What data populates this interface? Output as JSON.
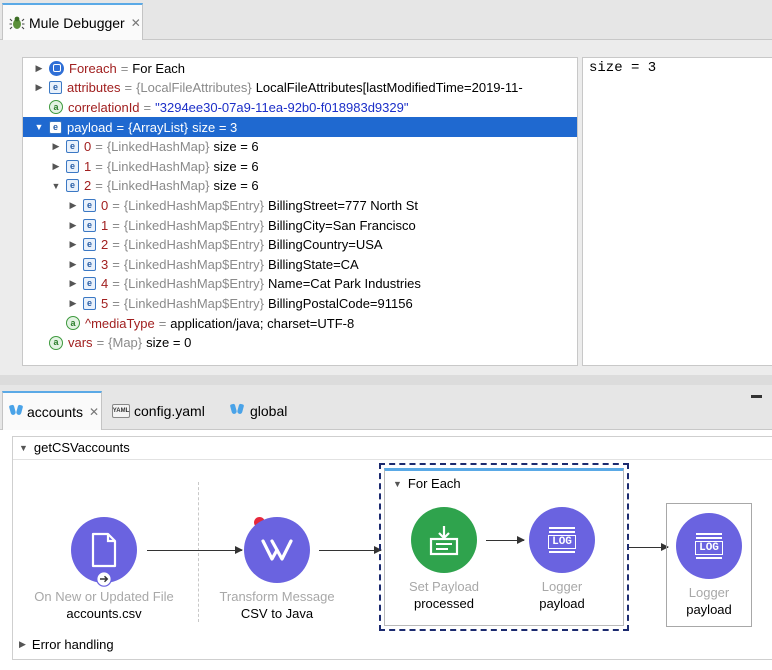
{
  "debugger": {
    "tab_title": "Mule Debugger",
    "tree": [
      {
        "name": "Foreach",
        "type": "",
        "value": "For Each",
        "icon": "foreach-icon"
      },
      {
        "name": "attributes",
        "type": "{LocalFileAttributes}",
        "value": "LocalFileAttributes[lastModifiedTime=2019-11-",
        "icon": "element-icon"
      },
      {
        "name": "correlationId",
        "type": "",
        "value": "\"3294ee30-07a9-11ea-92b0-f018983d9329\"",
        "icon": "attribute-icon"
      },
      {
        "name": "payload",
        "type": "{ArrayList}",
        "value": "size = 3",
        "icon": "element-icon"
      },
      {
        "name": "0",
        "type": "{LinkedHashMap}",
        "value": "size = 6",
        "icon": "element-icon"
      },
      {
        "name": "1",
        "type": "{LinkedHashMap}",
        "value": "size = 6",
        "icon": "element-icon"
      },
      {
        "name": "2",
        "type": "{LinkedHashMap}",
        "value": "size = 6",
        "icon": "element-icon"
      },
      {
        "name": "0",
        "type": "{LinkedHashMap$Entry}",
        "value": "BillingStreet=777 North St",
        "icon": "element-icon"
      },
      {
        "name": "1",
        "type": "{LinkedHashMap$Entry}",
        "value": "BillingCity=San Francisco",
        "icon": "element-icon"
      },
      {
        "name": "2",
        "type": "{LinkedHashMap$Entry}",
        "value": "BillingCountry=USA",
        "icon": "element-icon"
      },
      {
        "name": "3",
        "type": "{LinkedHashMap$Entry}",
        "value": "BillingState=CA",
        "icon": "element-icon"
      },
      {
        "name": "4",
        "type": "{LinkedHashMap$Entry}",
        "value": "Name=Cat Park Industries",
        "icon": "element-icon"
      },
      {
        "name": "5",
        "type": "{LinkedHashMap$Entry}",
        "value": "BillingPostalCode=91156",
        "icon": "element-icon"
      },
      {
        "name": "^mediaType",
        "type": "",
        "value": "application/java; charset=UTF-8",
        "icon": "attribute-icon"
      },
      {
        "name": "vars",
        "type": "{Map}",
        "value": "size = 0",
        "icon": "attribute-icon"
      }
    ],
    "detail": "size = 3"
  },
  "editor": {
    "tabs": [
      {
        "label": "accounts",
        "icon": "mule-icon"
      },
      {
        "label": "config.yaml",
        "icon": "yaml-icon"
      },
      {
        "label": "global",
        "icon": "mule-icon"
      }
    ],
    "flow_name": "getCSVaccounts",
    "error_handling": "Error handling",
    "foreach_label": "For Each",
    "nodes": [
      {
        "title": "On New or Updated File",
        "subtitle": "accounts.csv",
        "icon": "file-icon"
      },
      {
        "title": "Transform Message",
        "subtitle": "CSV to Java",
        "icon": "transform-icon"
      },
      {
        "title": "Set Payload",
        "subtitle": "processed",
        "icon": "set-payload-icon"
      },
      {
        "title": "Logger",
        "subtitle": "payload",
        "icon": "log-icon"
      },
      {
        "title": "Logger",
        "subtitle": "payload",
        "icon": "log-icon"
      }
    ],
    "log_icon_text": "LOG",
    "yaml_icon_text": "YAML"
  },
  "colors": {
    "selection": "#1f69d0",
    "node_purple": "#6a63e0",
    "node_green": "#2fa34d",
    "breakpoint": "#e6283c",
    "foreach_border": "#1b2a6f"
  }
}
